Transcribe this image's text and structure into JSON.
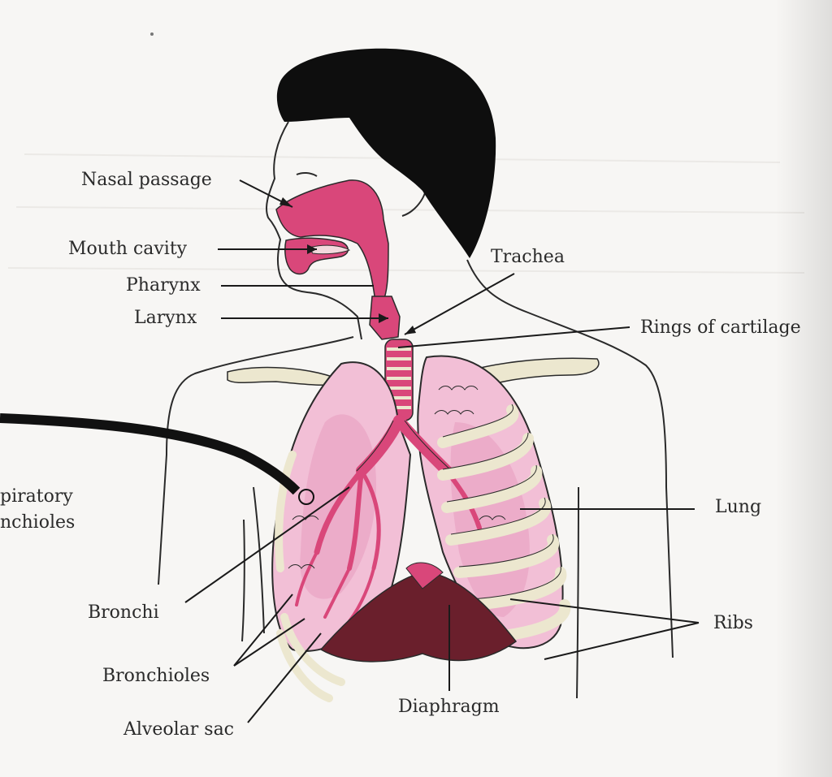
{
  "labels": {
    "nasal_passage": "Nasal passage",
    "mouth_cavity": "Mouth cavity",
    "pharynx": "Pharynx",
    "larynx": "Larynx",
    "trachea": "Trachea",
    "rings_of_cartilage": "Rings of cartilage",
    "respiratory_bronchioles_line1": "piratory",
    "respiratory_bronchioles_line2": "nchioles",
    "lung": "Lung",
    "bronchi": "Bronchi",
    "ribs": "Ribs",
    "bronchioles": "Bronchioles",
    "diaphragm": "Diaphragm",
    "alveolar_sac": "Alveolar sac"
  },
  "colors": {
    "airway_pink": "#d9477a",
    "lung_pink": "#f2bfd6",
    "lung_pink_dark": "#e79cbf",
    "rib_cream": "#ece7cf",
    "hair_black": "#0e0e0e",
    "diaphragm_maroon": "#6a1f2c",
    "outline": "#2a2a2a"
  }
}
